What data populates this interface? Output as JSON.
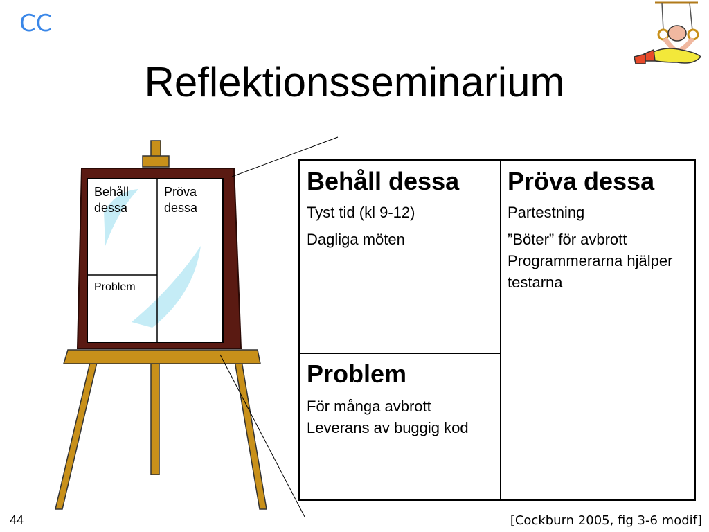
{
  "slide": {
    "logo": "CC",
    "title": "Reflektionsseminarium",
    "page_number": "44",
    "citation": "[Cockburn 2005, fig 3-6 modif]"
  },
  "mini_board": {
    "keep_label": "Behåll\ndessa",
    "try_label": "Pröva\ndessa",
    "problem_label": "Problem"
  },
  "table": {
    "keep": {
      "heading": "Behåll dessa",
      "items": [
        "Tyst tid (kl 9-12)",
        "Dagliga möten"
      ]
    },
    "try": {
      "heading": "Pröva dessa",
      "items": [
        "Partestning",
        "”Böter” för avbrott Programmerarna hjälper testarna"
      ]
    },
    "problem": {
      "heading": "Problem",
      "items": [
        "För många avbrott Leverans av buggig kod"
      ]
    }
  },
  "colors": {
    "logo": "#3a87e8",
    "frame": "#5a1a12",
    "wood": "#c8901a",
    "board_glare": "#bfeaf5"
  },
  "icons": [
    "easel-icon",
    "gymnast-rings-icon"
  ]
}
